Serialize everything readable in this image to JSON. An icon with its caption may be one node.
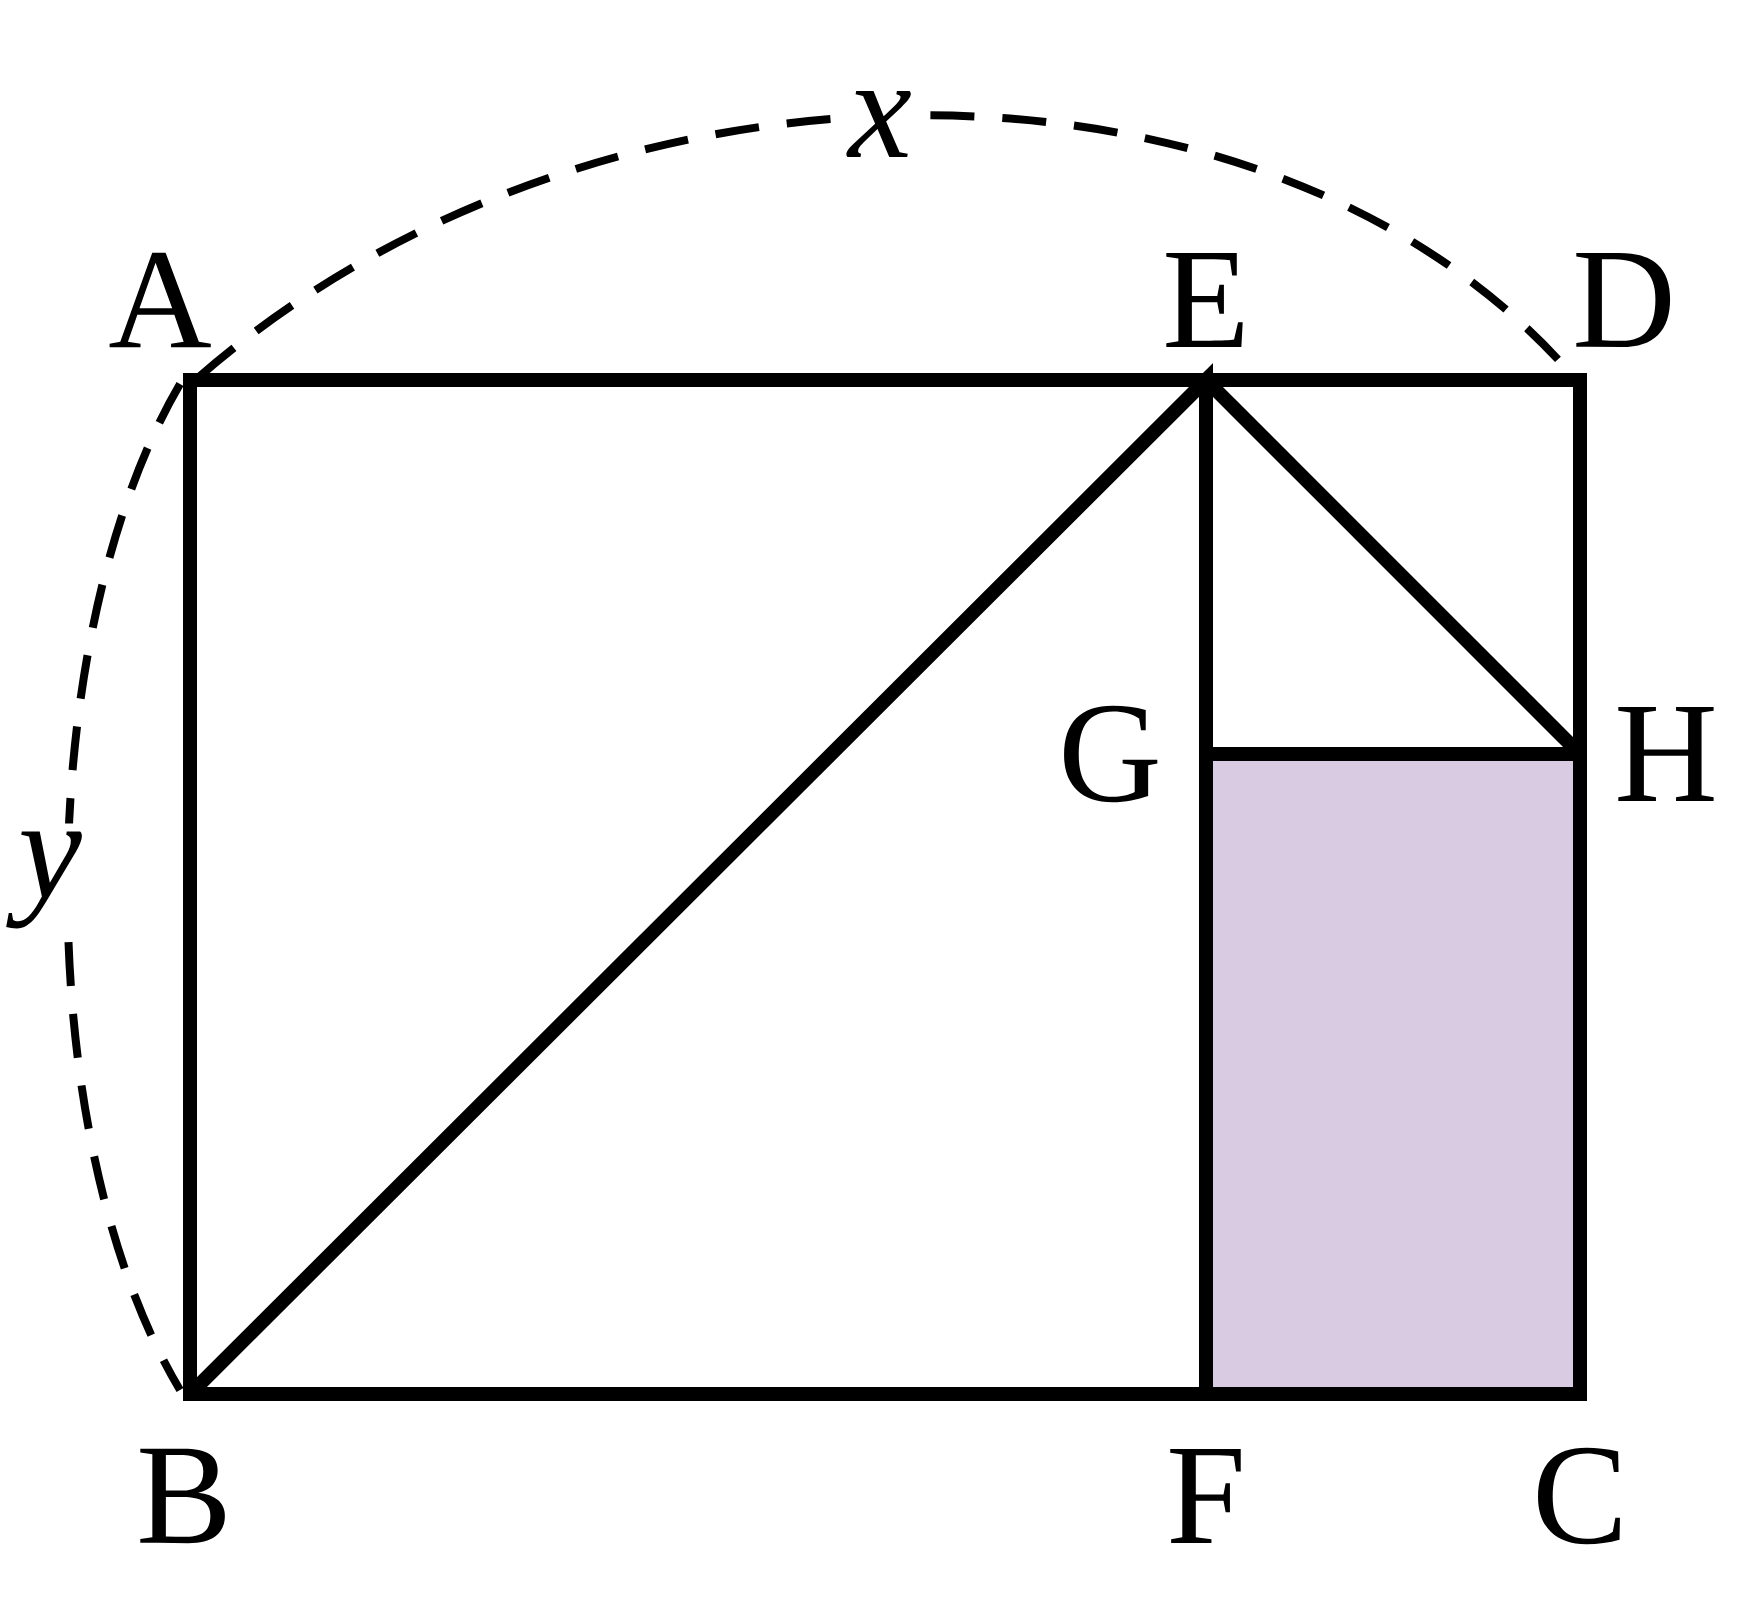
{
  "diagram": {
    "labels": [
      "*x*",
      "A",
      "E",
      "D",
      "G",
      "H",
      "*y*",
      "B",
      "F",
      "C"
    ]
  }
}
